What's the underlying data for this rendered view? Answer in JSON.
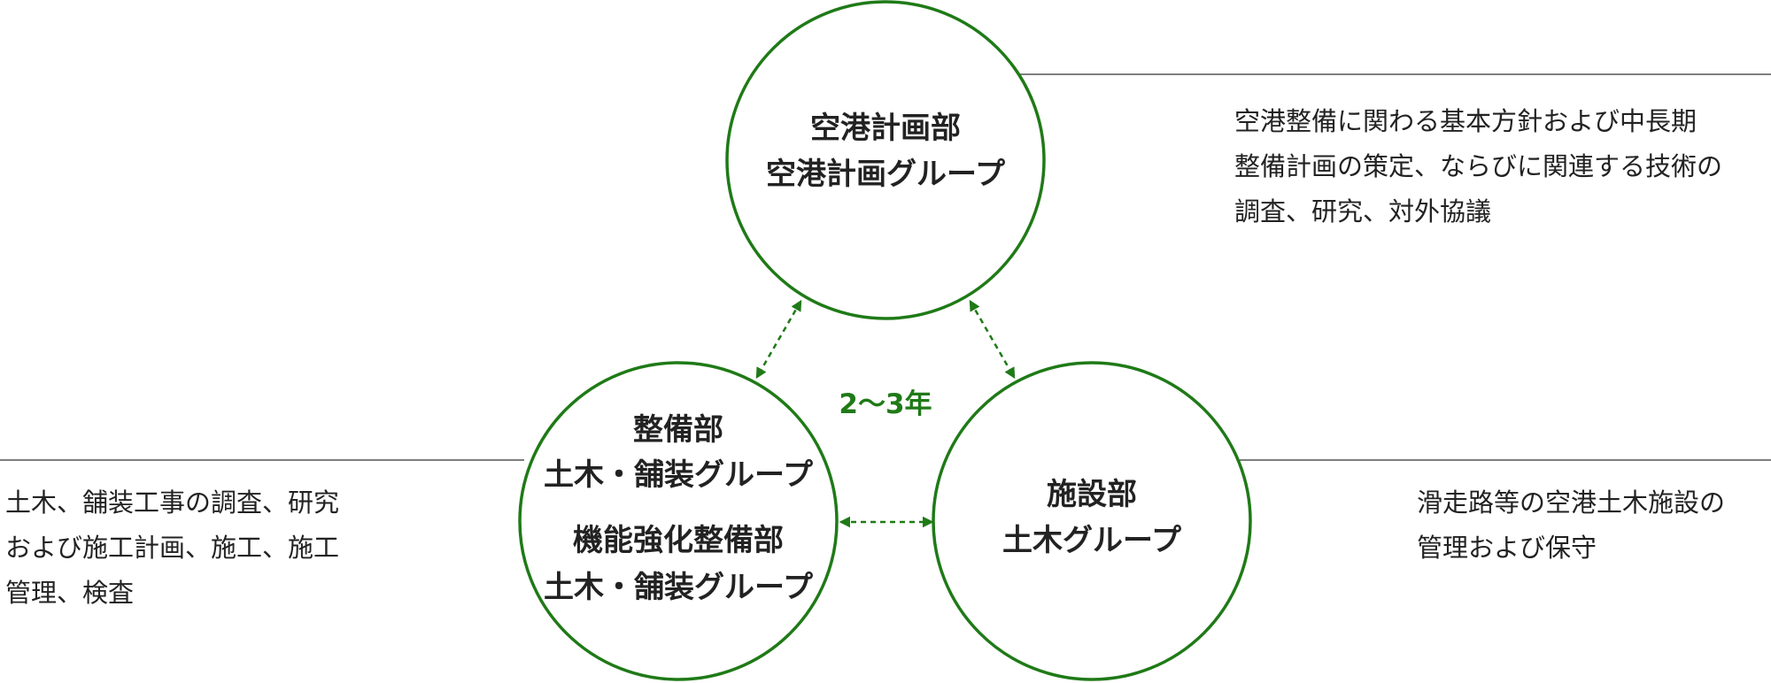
{
  "colors": {
    "accent": "#1f7a17",
    "line": "#555555",
    "text": "#222222"
  },
  "nodes": {
    "planning": {
      "lines": [
        "空港計画部",
        "空港計画グループ"
      ]
    },
    "maintenance": {
      "lines": [
        "整備部",
        "土木・舗装グループ",
        "機能強化整備部",
        "土木・舗装グループ"
      ]
    },
    "facilities": {
      "lines": [
        "施設部",
        "土木グループ"
      ]
    }
  },
  "cycle_label": "2～3年",
  "descriptions": {
    "planning": [
      "空港整備に関わる基本方針および中長期",
      "整備計画の策定、ならびに関連する技術の",
      "調査、研究、対外協議"
    ],
    "maintenance": [
      "土木、舗装工事の調査、研究",
      "および施工計画、施工、施工",
      "管理、検査"
    ],
    "facilities": [
      "滑走路等の空港土木施設の",
      "管理および保守"
    ]
  }
}
